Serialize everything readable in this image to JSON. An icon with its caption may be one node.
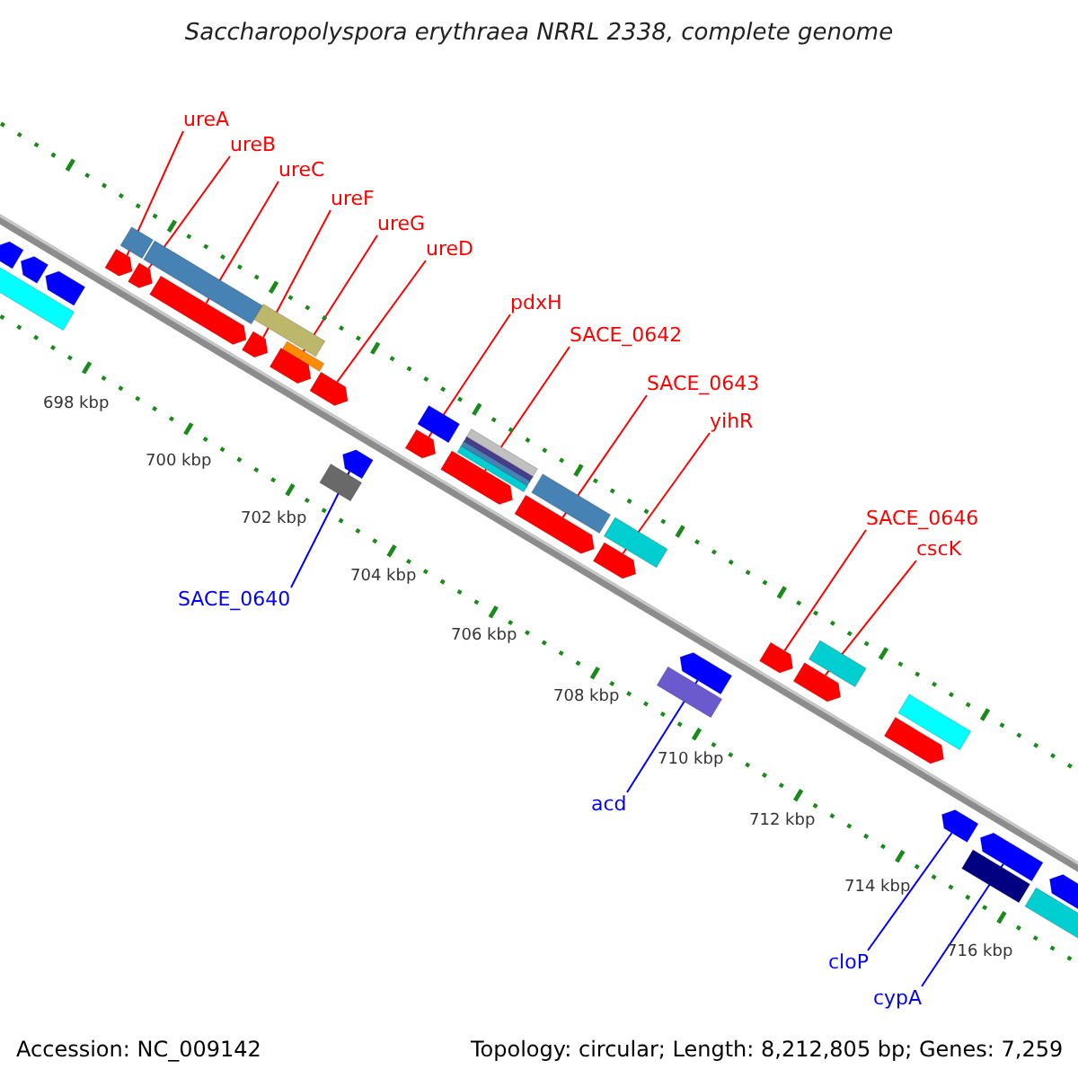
{
  "diagram": {
    "title": "Saccharopolyspora erythraea NRRL 2338, complete genome",
    "nodes": [
      {
        "text": [
          "ureA"
        ]
      },
      {
        "text": [
          "ureB"
        ]
      },
      {
        "text": [
          "ureC"
        ]
      },
      {
        "text": [
          "ureF"
        ]
      },
      {
        "text": [
          "ureG"
        ]
      },
      {
        "text": [
          "ureD"
        ]
      },
      {
        "text": [
          "pdxH"
        ]
      },
      {
        "text": [
          "SACE_0642"
        ]
      },
      {
        "text": [
          "SACE_0643"
        ]
      },
      {
        "text": [
          "yihR"
        ]
      },
      {
        "text": [
          "SACE_0646"
        ]
      },
      {
        "text": [
          "cscK"
        ]
      },
      {
        "text": [
          "SACE_0640"
        ]
      },
      {
        "text": [
          "acd"
        ]
      },
      {
        "text": [
          "cloP"
        ]
      },
      {
        "text": [
          "cypA"
        ]
      },
      {
        "text": [],
        "shape": "box"
      },
      {
        "text": [],
        "shape": "arrow"
      },
      {
        "text": [],
        "shape": "arrow"
      },
      {
        "text": [],
        "shape": "arrow"
      },
      {
        "text": [],
        "shape": "arrow"
      },
      {
        "text": [],
        "shape": "box"
      },
      {
        "text": [],
        "shape": "arrow"
      },
      {
        "text": [],
        "shape": "box"
      },
      {
        "text": [],
        "shape": "arrow"
      },
      {
        "text": [],
        "shape": "box"
      },
      {
        "text": [],
        "shape": "arrow"
      },
      {
        "text": [],
        "shape": "box"
      },
      {
        "text": [],
        "shape": "arrow"
      },
      {
        "text": [],
        "shape": "arrow"
      },
      {
        "text": [],
        "shape": "box"
      },
      {
        "text": [],
        "shape": "arrow"
      },
      {
        "text": [],
        "shape": "box"
      },
      {
        "text": [],
        "shape": "arrow"
      },
      {
        "text": [],
        "shape": "box"
      },
      {
        "text": [],
        "shape": "box"
      },
      {
        "text": [],
        "shape": "box"
      },
      {
        "text": [],
        "shape": "box"
      },
      {
        "text": [],
        "shape": "arrow"
      },
      {
        "text": [],
        "shape": "box"
      },
      {
        "text": [],
        "shape": "arrow"
      },
      {
        "text": [],
        "shape": "box"
      },
      {
        "text": [],
        "shape": "arrow"
      },
      {
        "text": [],
        "shape": "box"
      },
      {
        "text": [],
        "shape": "arrow"
      },
      {
        "text": [],
        "shape": "arrow"
      },
      {
        "text": [],
        "shape": "arrow"
      },
      {
        "text": [],
        "shape": "box"
      },
      {
        "text": [],
        "shape": "arrow"
      },
      {
        "text": [],
        "shape": "box"
      },
      {
        "text": [],
        "shape": "arrow"
      },
      {
        "text": [],
        "shape": "arrow"
      },
      {
        "text": [],
        "shape": "box"
      },
      {
        "text": [],
        "shape": "box"
      },
      {
        "text": [],
        "shape": "arrow"
      }
    ],
    "edges": [
      {
        "from": 0,
        "to": 20,
        "arrow": "none"
      },
      {
        "from": 1,
        "to": 22,
        "arrow": "none"
      },
      {
        "from": 2,
        "to": 24,
        "arrow": "none"
      },
      {
        "from": 3,
        "to": 26,
        "arrow": "none"
      },
      {
        "from": 4,
        "to": 28,
        "arrow": "none"
      },
      {
        "from": 5,
        "to": 29,
        "arrow": "none"
      },
      {
        "from": 6,
        "to": 33,
        "arrow": "none"
      },
      {
        "from": 7,
        "to": 38,
        "arrow": "none"
      },
      {
        "from": 8,
        "to": 40,
        "arrow": "none"
      },
      {
        "from": 9,
        "to": 42,
        "arrow": "none"
      },
      {
        "from": 10,
        "to": 45,
        "arrow": "none"
      },
      {
        "from": 11,
        "to": 46,
        "arrow": "none"
      },
      {
        "from": 12,
        "to": 31,
        "arrow": "none",
        "color": "#0000ff"
      },
      {
        "from": 13,
        "to": 44,
        "arrow": "none",
        "color": "#0000ff"
      },
      {
        "from": 14,
        "to": 50,
        "arrow": "none",
        "color": "#0000ff"
      },
      {
        "from": 15,
        "to": 51,
        "arrow": "none",
        "color": "#0000ff"
      }
    ],
    "labels": [
      "698 kbp",
      "700 kbp",
      "702 kbp",
      "704 kbp",
      "706 kbp",
      "708 kbp",
      "710 kbp",
      "712 kbp",
      "714 kbp",
      "716 kbp",
      "Accession: NC_009142",
      "Topology: circular; Length: 8,212,805 bp; Genes: 7,259"
    ]
  }
}
